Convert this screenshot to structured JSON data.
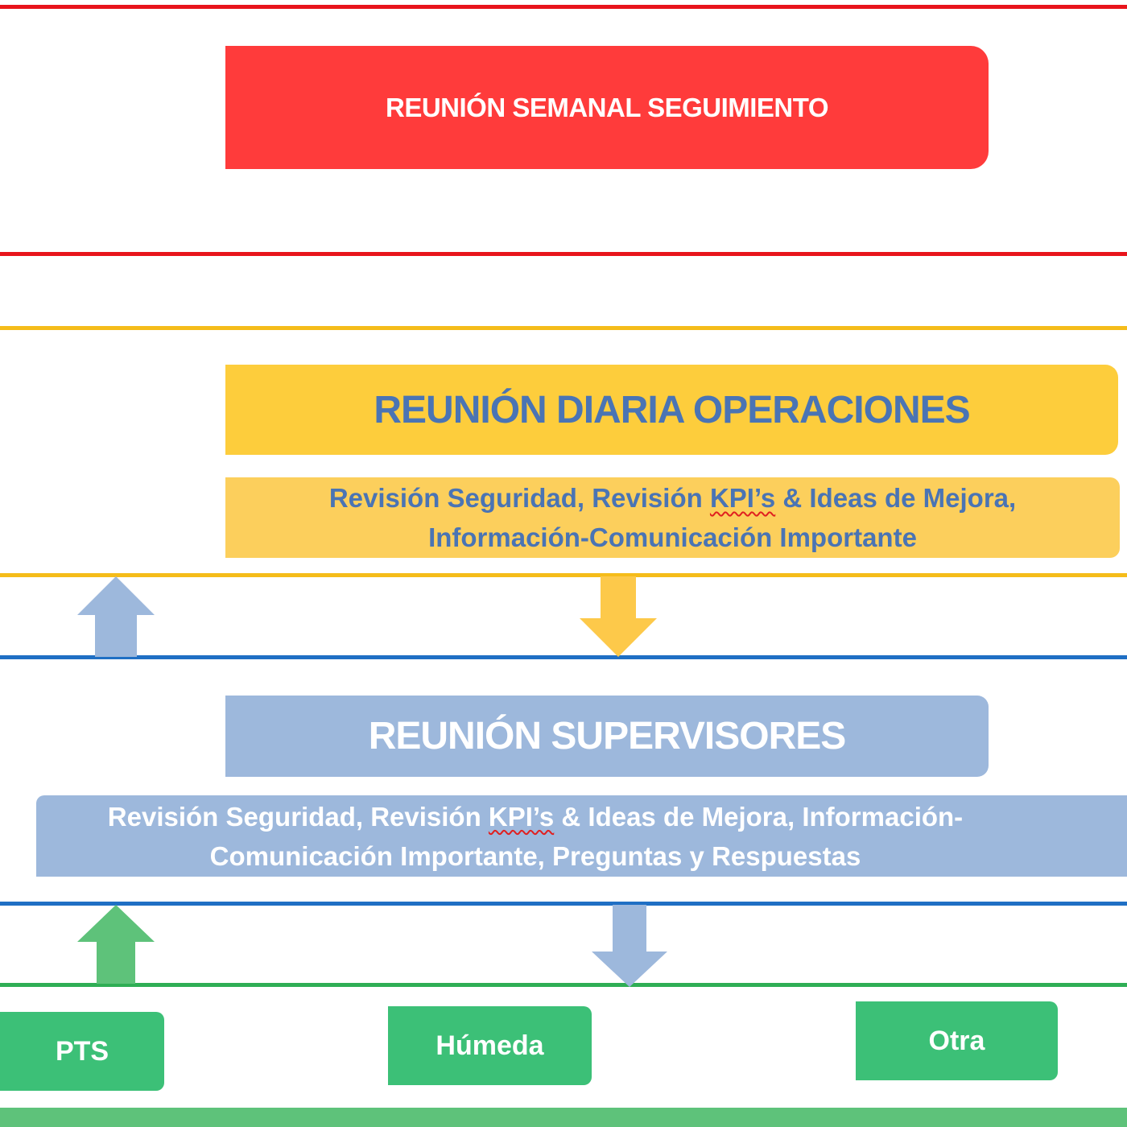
{
  "levels": {
    "weekly": {
      "title": "REUNIÓN SEMANAL SEGUIMIENTO",
      "color": "#ff3b3b",
      "line_color": "#e8141b"
    },
    "daily": {
      "title": "REUNIÓN DIARIA OPERACIONES",
      "detail_line1_a": "Revisión Seguridad, Revisión ",
      "detail_line1_kpi": "KPI’s",
      "detail_line1_b": " & Ideas de Mejora,",
      "detail_line2": "Información-Comunicación Importante",
      "color": "#fdcd3c",
      "detail_color": "#fccf5c",
      "text_color": "#4a74b4",
      "line_color": "#f5bc1a"
    },
    "supervisors": {
      "title": "REUNIÓN SUPERVISORES",
      "detail_line1_a": "Revisión Seguridad, Revisión ",
      "detail_line1_kpi": "KPI’s",
      "detail_line1_b": " & Ideas de Mejora, Información-",
      "detail_line2": "Comunicación Importante, Preguntas y Respuestas",
      "color": "#9db8dc",
      "line_color": "#1f6fc4"
    },
    "areas": {
      "items": [
        "PTS",
        "Húmeda",
        "Otra"
      ],
      "color": "#3cc077",
      "line_color": "#2fae55"
    }
  },
  "arrows": {
    "up_blue_color": "#9db8dc",
    "down_yellow_color": "#fdc94a",
    "up_green_color": "#5ec27a",
    "down_blue_color": "#9db8dc"
  }
}
